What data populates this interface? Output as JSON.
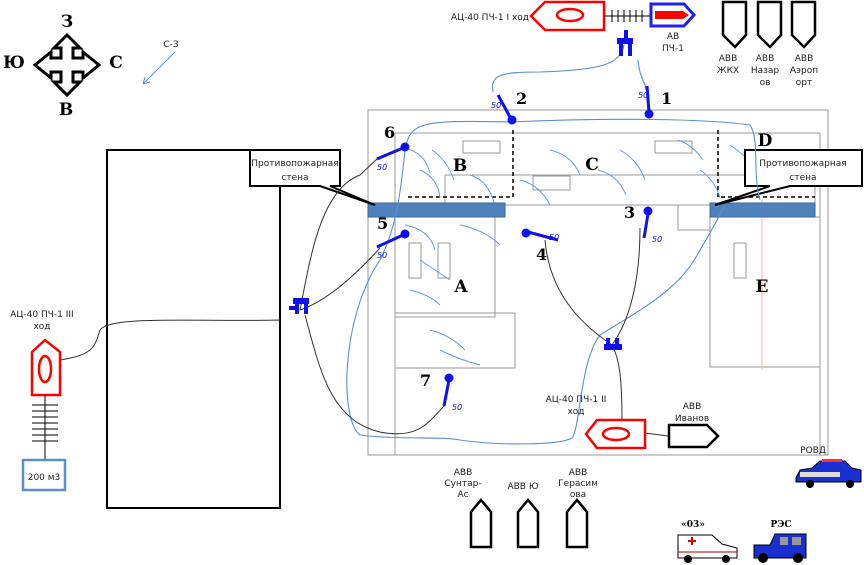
{
  "compass": {
    "north": "З",
    "west": "Ю",
    "east": "С",
    "south": "В"
  },
  "wind": {
    "label": "С-З"
  },
  "firewall": {
    "label_line1": "Противопожарная",
    "label_line2": "стена"
  },
  "zones": {
    "a": "A",
    "b": "B",
    "c": "C",
    "d": "D",
    "e": "E"
  },
  "nozzles": [
    "1",
    "2",
    "3",
    "4",
    "5",
    "6",
    "7"
  ],
  "nozzle_size": "50",
  "trucks": {
    "first": {
      "line1": "АЦ-40 ПЧ-1 I ход"
    },
    "second": {
      "line1": "АЦ-40 ПЧ-1 II",
      "line2": "ход"
    },
    "third": {
      "line1": "АЦ-40 ПЧ-1 III",
      "line2": "ход"
    },
    "ladder_truck": {
      "line1": "АВ",
      "line2": "ПЧ-1"
    }
  },
  "water_source": "200 м3",
  "reserve_top": [
    {
      "line1": "АВВ",
      "line2": "ЖКХ",
      "line3": ""
    },
    {
      "line1": "АВВ",
      "line2": "Назар",
      "line3": "ов"
    },
    {
      "line1": "АВВ",
      "line2": "Аэроп",
      "line3": "орт"
    }
  ],
  "reserve_ivanov": {
    "line1": "АВВ",
    "line2": "Иванов"
  },
  "reserve_bottom": [
    {
      "line1": "АВВ",
      "line2": "Сунтар-",
      "line3": "Ас"
    },
    {
      "line1": "АВВ  Ю",
      "line2": "",
      "line3": ""
    },
    {
      "line1": "АВВ",
      "line2": "Герасим",
      "line3": "ова"
    }
  ],
  "services": {
    "police": "РОВД",
    "ambulance": "«03»",
    "power": "РЭС"
  },
  "colors": {
    "truck": "#ff0000",
    "hose": "#5b8fd0",
    "firewall": "#4f81bd",
    "nozzle": "#1010ee"
  }
}
